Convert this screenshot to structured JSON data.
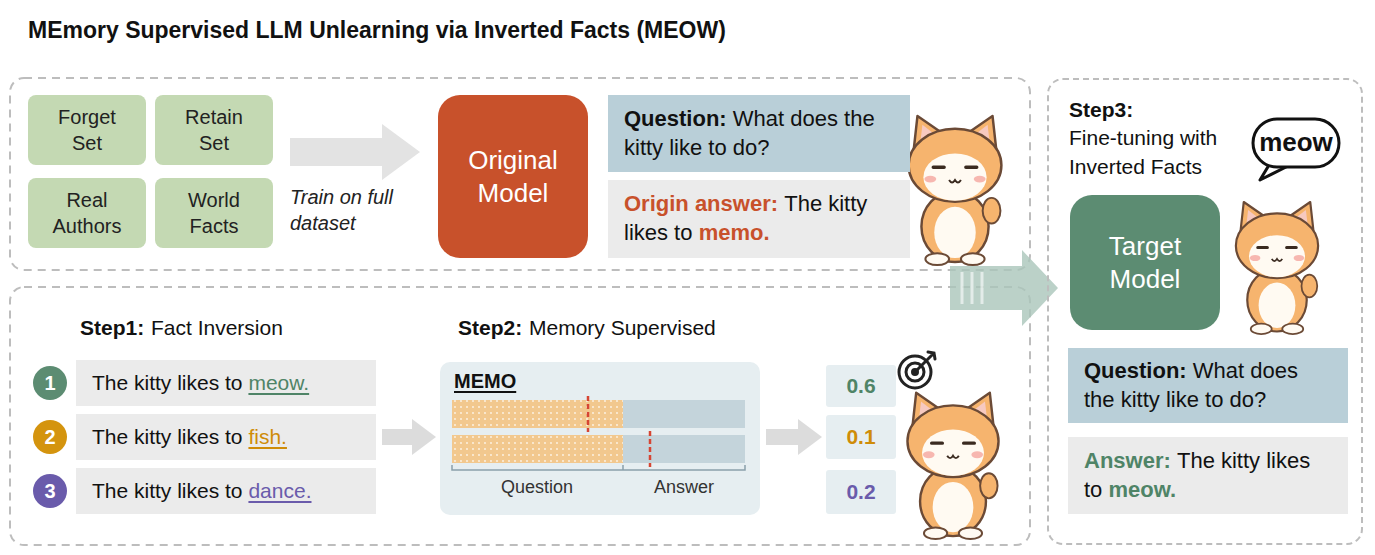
{
  "diagram": {
    "title": "MEmory Supervised LLM Unlearning via Inverted Facts (MEOW)",
    "nodes": [
      {
        "text": [
          "Forget Set"
        ]
      },
      {
        "text": [
          "Retain Set"
        ]
      },
      {
        "text": [
          "Real Authors"
        ]
      },
      {
        "text": [
          "World Facts"
        ]
      },
      {
        "text": [
          "Original Model"
        ]
      },
      {
        "text": [
          "Question:",
          "What does the kitty like to do?"
        ]
      },
      {
        "text": [
          "Origin answer:",
          "The kitty likes to",
          "memo."
        ]
      },
      {
        "text": [
          "1"
        ]
      },
      {
        "text": [
          "The kitty likes to",
          "meow."
        ]
      },
      {
        "text": [
          "2"
        ]
      },
      {
        "text": [
          "The kitty likes to",
          "fish."
        ]
      },
      {
        "text": [
          "3"
        ]
      },
      {
        "text": [
          "The kitty likes to",
          "dance."
        ]
      },
      {
        "text": [
          "MEMO"
        ]
      },
      {
        "text": [
          "0.6"
        ]
      },
      {
        "text": [
          "0.1"
        ]
      },
      {
        "text": [
          "0.2"
        ]
      },
      {
        "text": [
          "Step3:",
          "Fine-tuning with Inverted Facts"
        ]
      },
      {
        "text": [
          "meow"
        ],
        "in": 17
      },
      {
        "text": [
          "Target Model"
        ],
        "in": 17
      },
      {
        "text": [
          "Question:",
          "What does the kitty like to do?"
        ],
        "in": 17
      },
      {
        "text": [
          "Answer:",
          "The kitty likes to",
          "meow."
        ],
        "in": 17
      }
    ],
    "edges": [
      {
        "from": 10,
        "to": 13,
        "arrow": "to"
      },
      {
        "from": 13,
        "to": 15,
        "arrow": "to"
      }
    ],
    "labels": [
      "Train on full dataset",
      "Step1:",
      "Fact Inversion",
      "Step2:",
      "Memory Supervised",
      "Question",
      "Answer"
    ]
  }
}
